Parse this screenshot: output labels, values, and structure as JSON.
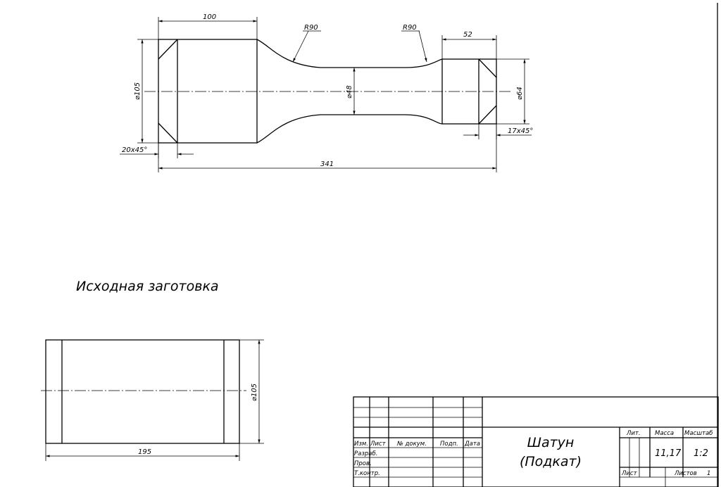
{
  "dimensions": {
    "head_length": "100",
    "radius_left": "R90",
    "radius_right": "R90",
    "right_length": "52",
    "left_diameter": "⌀105",
    "center_diameter": "⌀48",
    "right_diameter": "⌀64",
    "right_chamfer": "17x45°",
    "left_chamfer": "20x45°",
    "total_length": "341"
  },
  "blank": {
    "caption": "Исходная заготовка",
    "diameter": "⌀105",
    "length": "195"
  },
  "title_block": {
    "col_izm": "Изм.",
    "col_list": "Лист",
    "col_doc": "№ докум.",
    "col_sign": "Подп.",
    "col_date": "Дата",
    "row_razrab": "Разраб.",
    "row_prov": "Пров.",
    "row_tkontr": "Т.контр.",
    "part_name_line1": "Шатун",
    "part_name_line2": "(Подкат)",
    "lit_label": "Лит.",
    "mass_label": "Масса",
    "scale_label": "Масштаб",
    "mass_value": "11,17",
    "scale_value": "1:2",
    "sheet_label": "Лист",
    "sheets_label": "Листов",
    "sheets_value": "1"
  }
}
